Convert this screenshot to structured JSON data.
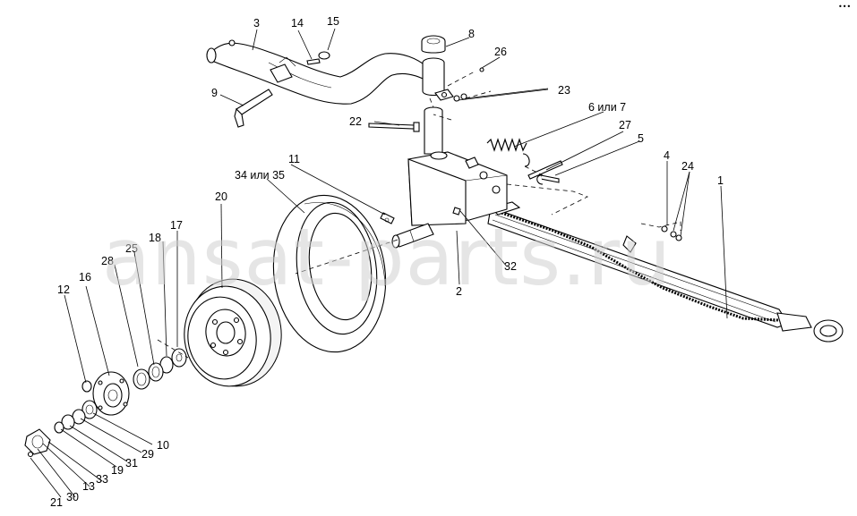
{
  "watermark": "ansat-parts.ru",
  "corner_mark": "•••",
  "callouts": {
    "c1": "1",
    "c2": "2",
    "c3": "3",
    "c4": "4",
    "c5": "5",
    "c6": "6 или 7",
    "c8": "8",
    "c9": "9",
    "c10": "10",
    "c11": "11",
    "c12": "12",
    "c13": "13",
    "c14": "14",
    "c15": "15",
    "c16": "16",
    "c17": "17",
    "c18": "18",
    "c19": "19",
    "c20": "20",
    "c21": "21",
    "c22": "22",
    "c23": "23",
    "c24": "24",
    "c25": "25",
    "c26": "26",
    "c27": "27",
    "c28": "28",
    "c29": "29",
    "c30": "30",
    "c31": "31",
    "c32": "32",
    "c33": "33",
    "c34": "34 или 35"
  }
}
